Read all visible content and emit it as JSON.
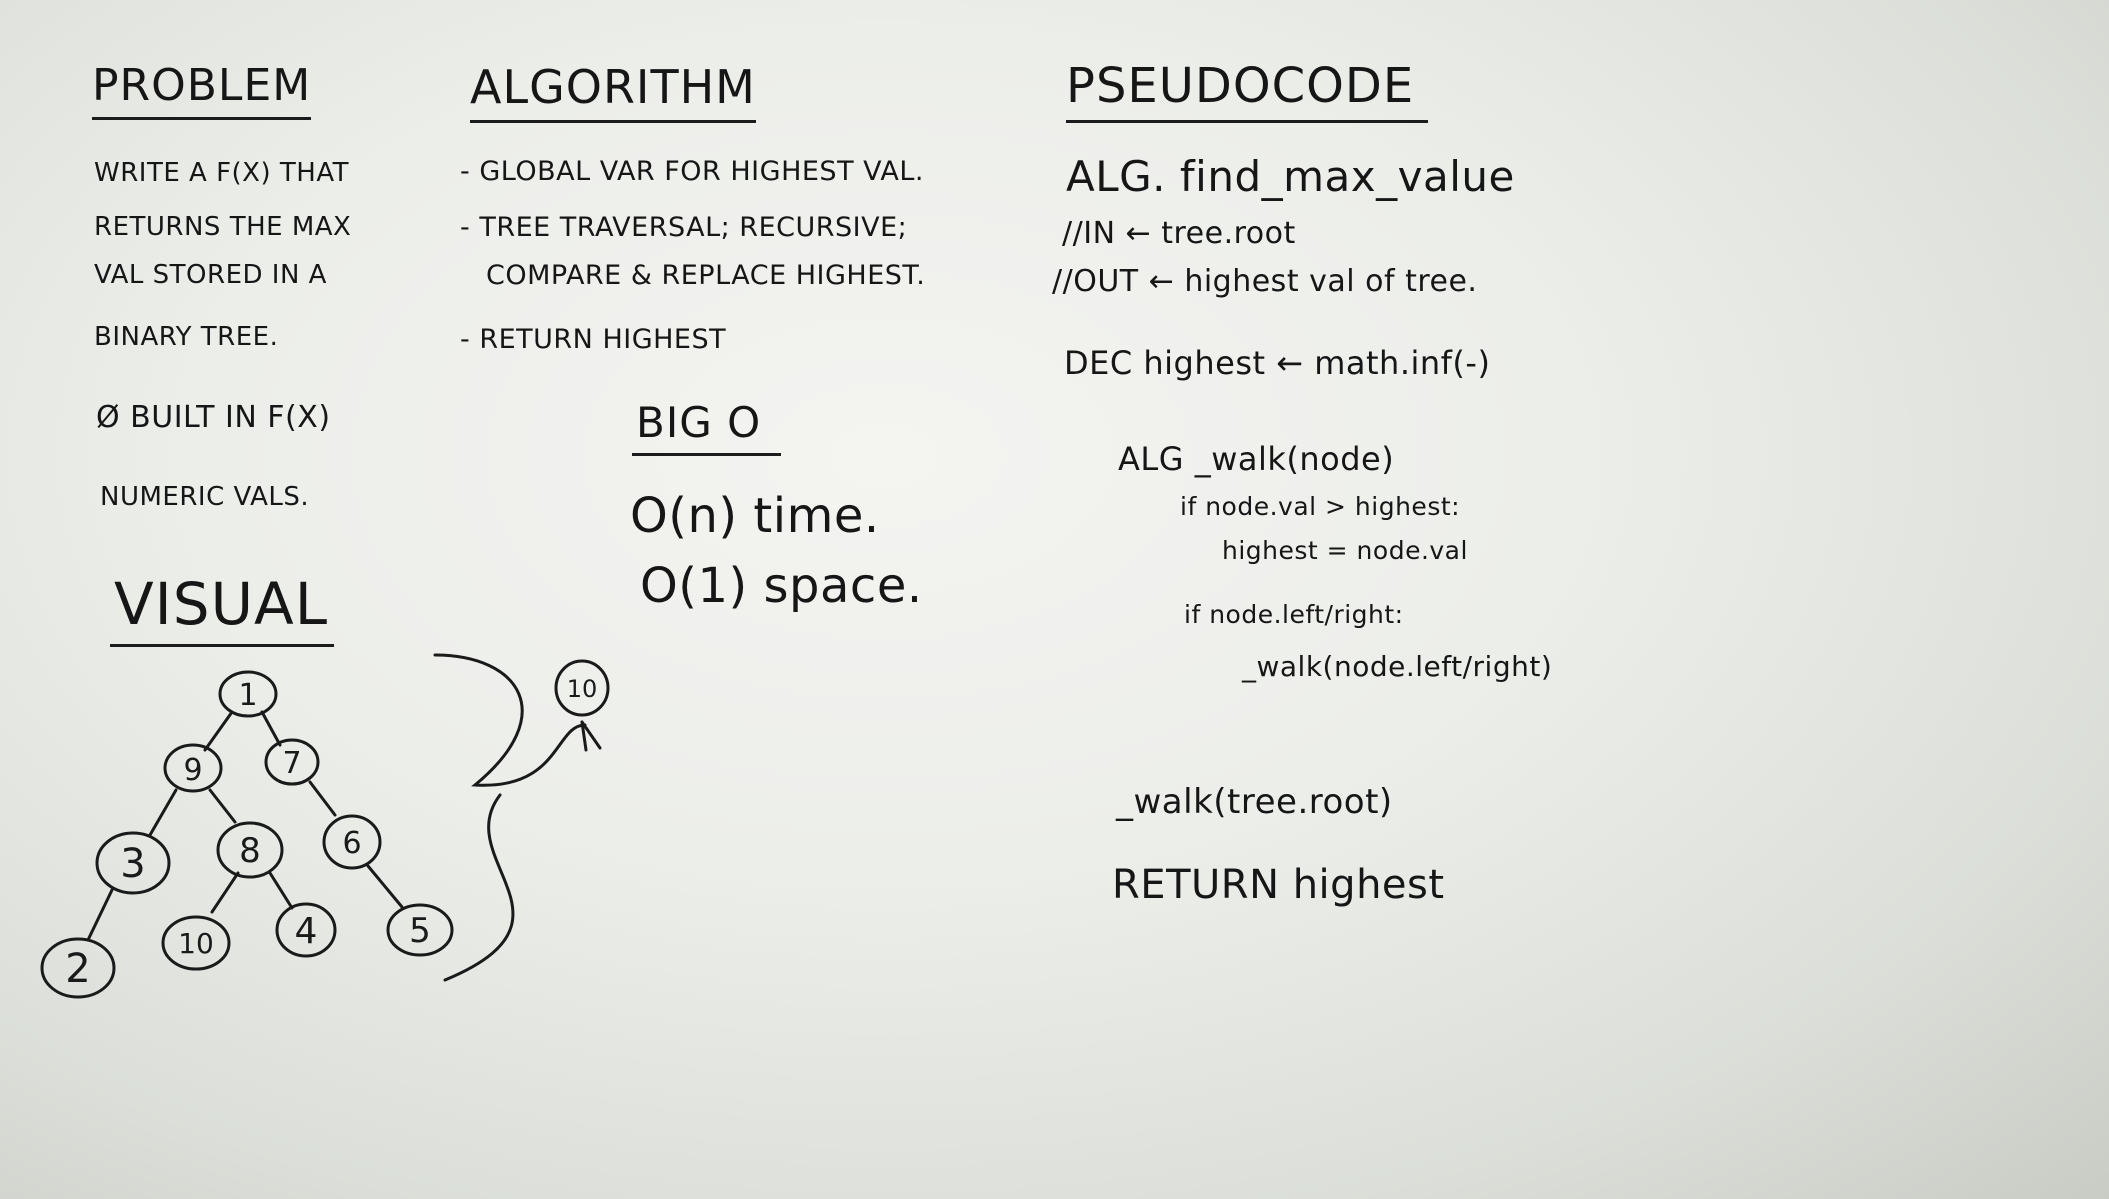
{
  "problem": {
    "heading": "PROBLEM",
    "lines": [
      "WRITE A F(x) THAT",
      "RETURNS THE MAX",
      "VAL STORED IN A",
      "BINARY TREE."
    ],
    "constraints": [
      "Ø BUILT IN F(x)",
      "NUMERIC VALS."
    ]
  },
  "algorithm": {
    "heading": "ALGORITHM",
    "steps": [
      "- GLOBAL VAR FOR HIGHEST VAL.",
      "- TREE TRAVERSAL; RECURSIVE;",
      "COMPARE & REPLACE HIGHEST.",
      "- RETURN HIGHEST"
    ]
  },
  "big_o": {
    "heading": "BIG O",
    "time": "O(n) time.",
    "space": "O(1) space."
  },
  "pseudocode": {
    "heading": "PSEUDOCODE",
    "alg_line": "ALG. find_max_value",
    "in_line": "//IN ← tree.root",
    "out_line": "//OUT ← highest val of tree.",
    "dec_line": "DEC highest ← math.inf(-)",
    "walk_def": "ALG _walk(node)",
    "if_val": "if node.val > highest:",
    "assign": "highest = node.val",
    "if_children": "if node.left/right:",
    "recurse": "_walk(node.left/right)",
    "call": "_walk(tree.root)",
    "return": "RETURN highest"
  },
  "visual": {
    "heading": "VISUAL",
    "nodes": [
      "1",
      "9",
      "7",
      "3",
      "8",
      "6",
      "2",
      "10",
      "4",
      "5"
    ],
    "result": "10"
  }
}
